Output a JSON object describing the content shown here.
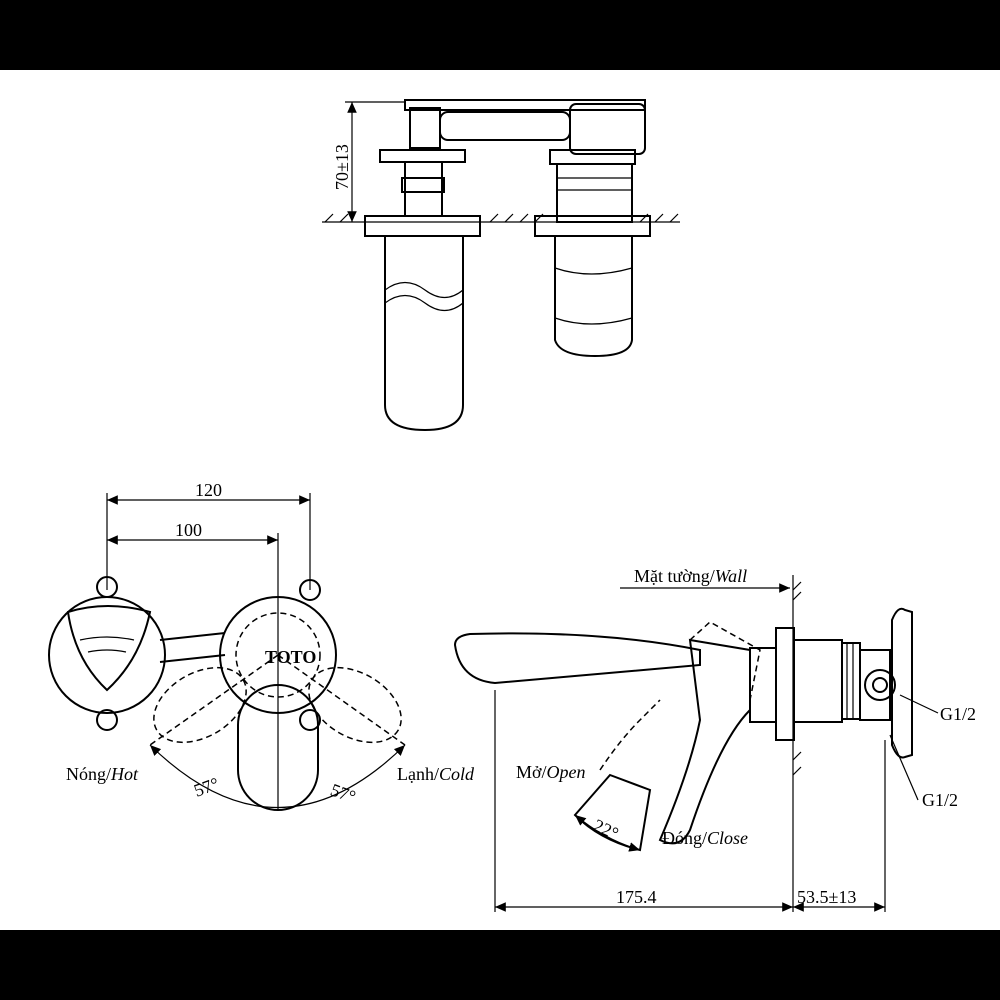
{
  "dimensions": {
    "height_top": "70±13",
    "width_120": "120",
    "width_100": "100",
    "angle_hot": "57°",
    "angle_cold": "57°",
    "angle_open": "22°",
    "length_spout": "175.4",
    "length_wall": "53.5±13",
    "thread_top": "G1/2",
    "thread_bottom": "G1/2"
  },
  "labels": {
    "hot_vi": "Nóng/",
    "hot_en": "Hot",
    "cold_vi": "Lạnh/",
    "cold_en": "Cold",
    "wall_vi": "Mặt tường/",
    "wall_en": "Wall",
    "open_vi": "Mở/",
    "open_en": "Open",
    "close_vi": "Đóng/",
    "close_en": "Close",
    "brand": "TOTO"
  }
}
